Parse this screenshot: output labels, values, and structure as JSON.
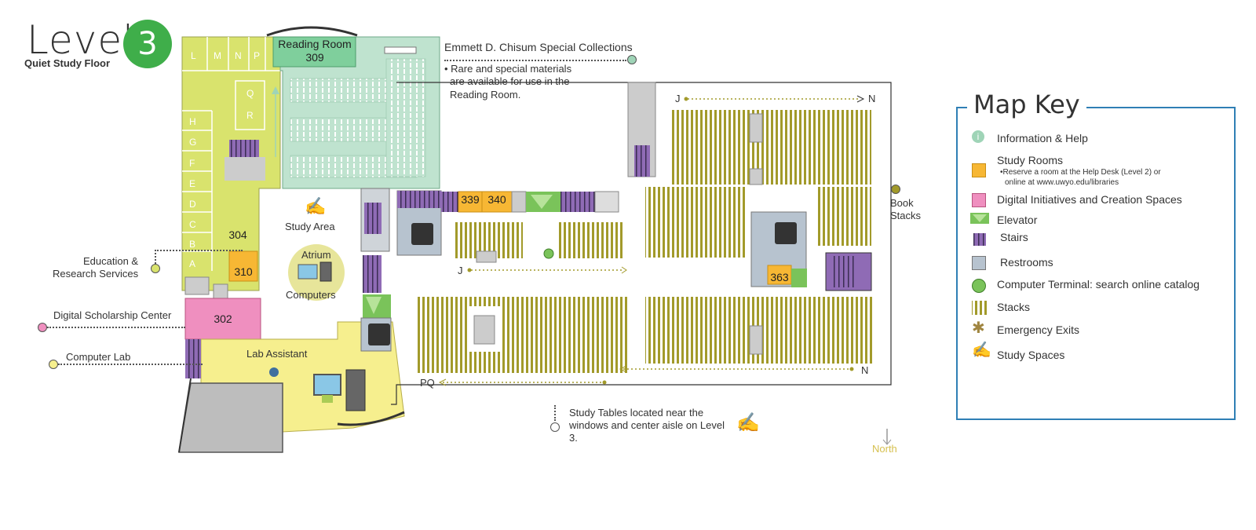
{
  "title": {
    "level_word": "Level",
    "level_number": "3",
    "subtitle": "Quiet Study Floor"
  },
  "rooms": {
    "reading_room": "Reading Room",
    "reading_room_num": "309",
    "r339": "339",
    "r340": "340",
    "r363": "363",
    "r304": "304",
    "r310": "310",
    "r302": "302",
    "study_rooms_top": [
      "L",
      "M",
      "N",
      "P"
    ],
    "study_rooms_side": [
      "Q",
      "R"
    ],
    "study_rooms_left": [
      "H",
      "G",
      "F",
      "E",
      "D",
      "C",
      "B",
      "A"
    ]
  },
  "labels": {
    "special_collections": "Emmett D. Chisum Special Collections",
    "special_note_1": "• Rare and special materials",
    "special_note_2": "are available for use in the",
    "special_note_3": "Reading Room.",
    "study_area": "Study Area",
    "atrium": "Atrium",
    "computers": "Computers",
    "edu_research_1": "Education &",
    "edu_research_2": "Research Services",
    "digital_scholarship": "Digital Scholarship Center",
    "computer_lab": "Computer Lab",
    "lab_assistant": "Lab Assistant",
    "book_stacks_1": "Book",
    "book_stacks_2": "Stacks",
    "study_tables_1": "Study Tables located near the",
    "study_tables_2": "windows and center aisle on Level",
    "study_tables_3": "3.",
    "north": "North",
    "aisle_j_top": "J",
    "aisle_n_top": "N",
    "aisle_j_mid": "J",
    "aisle_n_bottom": "N",
    "aisle_pq": "PQ"
  },
  "map_key": {
    "title": "Map Key",
    "items": [
      {
        "icon": "information-icon",
        "label": "Information & Help"
      },
      {
        "icon": "study-room-icon",
        "label": "Study Rooms"
      },
      {
        "icon": "digital-initiatives-icon",
        "label": "Digital Initiatives and Creation Spaces"
      },
      {
        "icon": "elevator-icon",
        "label": "Elevator"
      },
      {
        "icon": "stairs-icon",
        "label": "Stairs"
      },
      {
        "icon": "restrooms-icon",
        "label": "Restrooms"
      },
      {
        "icon": "computer-terminal-icon",
        "label": "Computer Terminal: search online catalog"
      },
      {
        "icon": "stacks-icon",
        "label": "Stacks"
      },
      {
        "icon": "emergency-exit-icon",
        "label": "Emergency Exits"
      },
      {
        "icon": "study-spaces-icon",
        "label": "Study Spaces"
      }
    ],
    "study_rooms_note_1": "•Reserve a room at the Help Desk (Level 2) or",
    "study_rooms_note_2": "online at www.uwyo.edu/libraries"
  },
  "colors": {
    "accent_green": "#3fae4a",
    "lime": "#d9e36d",
    "pale_yellow": "#f6ef8e",
    "mint": "#bfe3cf",
    "stacks_olive": "#a29a2a",
    "stairs_purple": "#8f6bb5",
    "restroom_gray": "#b7c3cf",
    "study_orange": "#f7b734",
    "pink": "#ef8fbf",
    "key_border": "#2f7fb5"
  }
}
